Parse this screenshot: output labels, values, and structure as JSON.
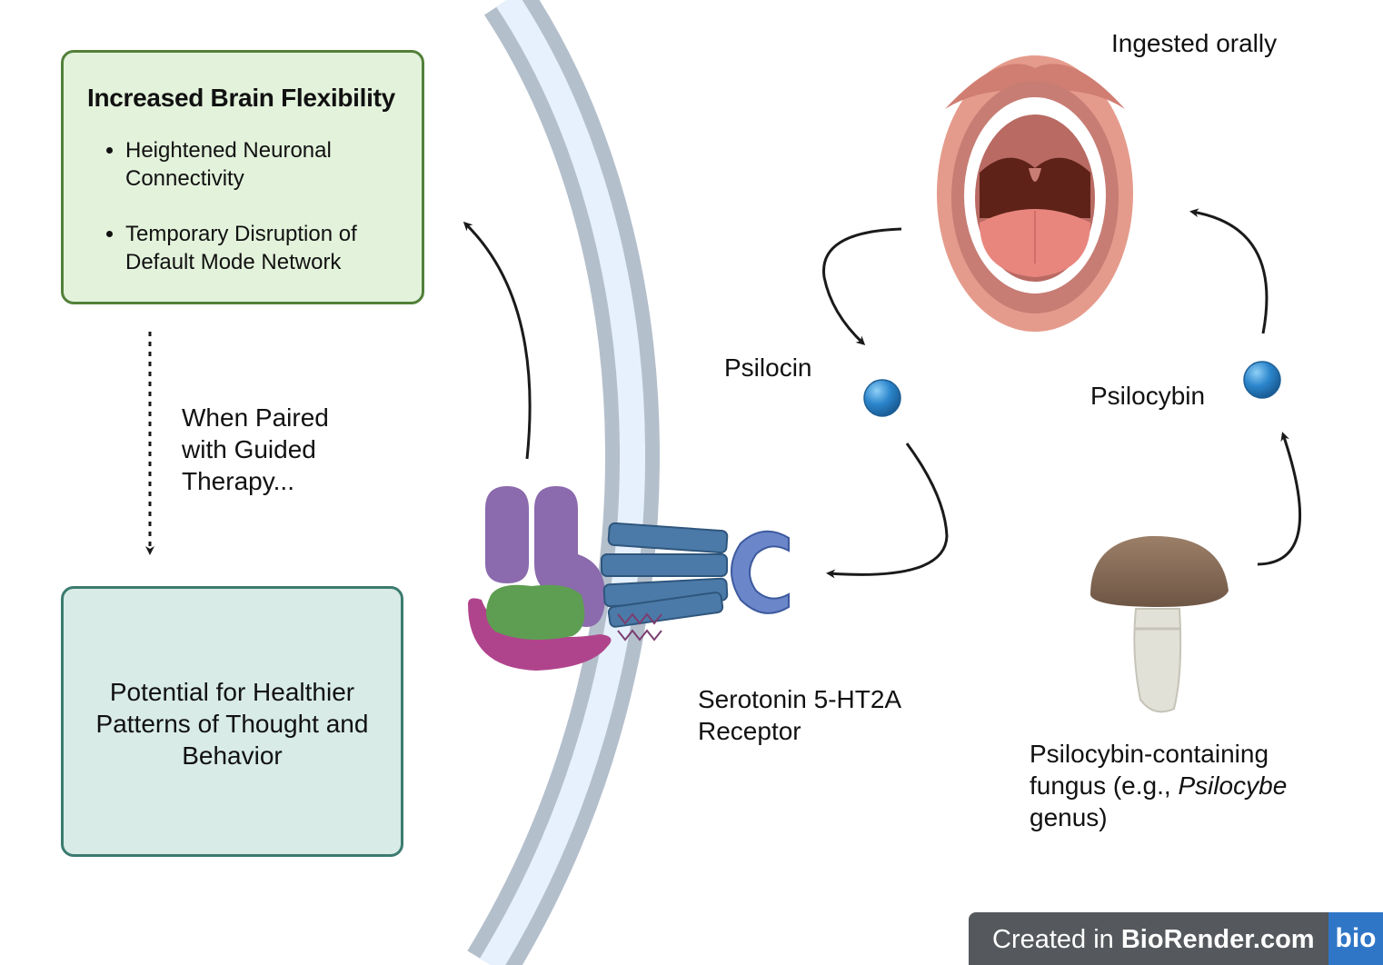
{
  "flexibility": {
    "title": "Increased Brain Flexibility",
    "bullets": [
      "Heightened Neuronal Connectivity",
      "Temporary Disruption of Default Mode Network"
    ]
  },
  "paired_label": "When Paired with Guided Therapy...",
  "potential_text": "Potential for Healthier Patterns of Thought and Behavior",
  "ingested_label": "Ingested orally",
  "psilocin_label": "Psilocin",
  "psilocybin_label": "Psilocybin",
  "receptor_label": "Serotonin 5-HT2A Receptor",
  "fungus_label": {
    "prefix": "Psilocybin-containing fungus (e.g., ",
    "genus": "Psilocybe",
    "suffix": " genus)"
  },
  "badge": {
    "prefix": "Created in ",
    "brand": "BioRender.com",
    "logo": "bio"
  },
  "colors": {
    "flex_fill": "#e3f2db",
    "flex_border": "#52803a",
    "potential_fill": "#d8ebe7",
    "potential_border": "#3c7b6f",
    "membrane": "#b4bfcc",
    "membrane_inner": "#e6f1fd",
    "molecule": "#2c86cc",
    "receptor": "#4b7aa8"
  }
}
